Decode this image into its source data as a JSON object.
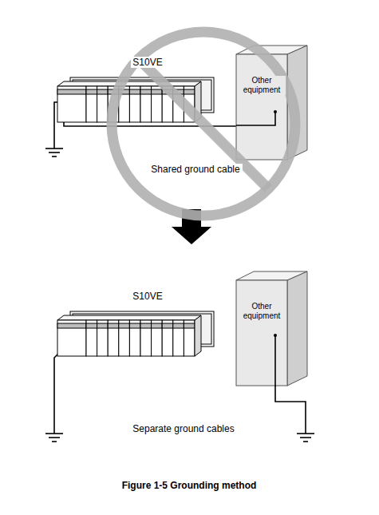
{
  "diagram": {
    "caption": "Figure 1-5 Grounding method",
    "nodes": [
      {
        "text": [
          "S10VE"
        ]
      },
      {
        "text": [
          "Other equipment"
        ]
      },
      {
        "text": [
          "S10VE"
        ]
      },
      {
        "text": [
          "Other equipment"
        ]
      }
    ],
    "edges": [
      {
        "from": 0,
        "to": 1,
        "arrow": "none"
      }
    ],
    "labels": [
      "Shared ground cable",
      "Separate ground cables"
    ]
  }
}
